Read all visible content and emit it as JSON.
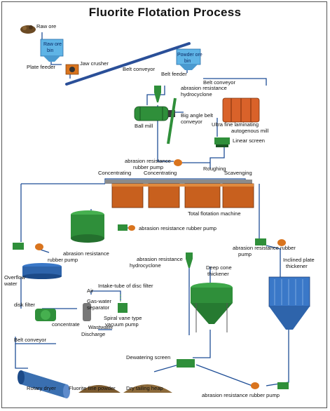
{
  "title": "Fluorite Flotation Process",
  "labels": {
    "raw_ore": "Raw ore",
    "raw_ore_bin": "Raw ore bin",
    "plate_feeder": "Plate feeder",
    "jaw_crusher": "Jaw crusher",
    "belt_conveyor_1": "Belt conveyor",
    "powder_ore_bin": "Powder ore bin",
    "belt_feeder": "Belt feeder",
    "belt_conveyor_2": "Belt conveyor",
    "hydrocyclone_top": "abrasion resistance hydrocyclone",
    "ball_mill": "Ball mill",
    "big_angle_belt": "Big angle belt conveyor",
    "autogenous_mill": "Ultra fine laminating autogenous mill",
    "linear_screen": "Linear screen",
    "rubber_pump_top": "abrasion resistance rubber pump",
    "roughing": "Roughing",
    "concentrating_1": "Concentrating",
    "concentrating_2": "Concentrating",
    "scavenging": "Scavenging",
    "total_flotation": "Total flotation machine",
    "rubber_pump_mid": "abrasion resistance rubber pump",
    "rubber_pump_left": "abrasion resistance rubber pump",
    "rubber_pump_right": "abrasion resistance rubber pump",
    "hydrocyclone_mid": "abrasion resistance hydrocyclone",
    "deep_cone": "Deep cone thickener",
    "inclined_plate": "Inclined plate thickener",
    "overflow_water": "Overflow water",
    "disk_filter": "disk filter",
    "concentrate": "concentrate",
    "air": "Air",
    "intake_tube": "Intake-tube of disc filter",
    "gas_water": "Gas-water separator",
    "spiral_vane": "Spiral vane type vacuum pump",
    "wastwater": "Wastwater",
    "discharge": "Discharge",
    "belt_conveyor_3": "Belt conveyor",
    "dewatering_screen": "Dewatering screen",
    "rotary_dryer": "Rotary dryer",
    "fluorite_powder": "Fluorite fine powder",
    "dry_tailing": "Dry tailing heap",
    "rubber_pump_bottom": "abrasion resistance rubber pump"
  },
  "colors": {
    "flow_line": "#1f4e96",
    "bin_blue": "#5fb4e6",
    "flotation_orange": "#c8601e",
    "machine_green": "#2f8f3a",
    "thickener_blue": "#3a78c8"
  }
}
